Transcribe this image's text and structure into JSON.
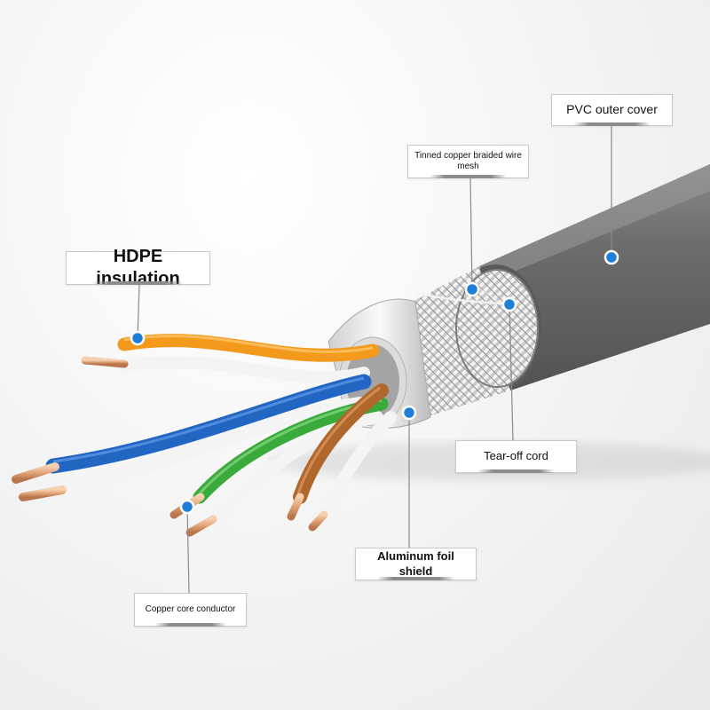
{
  "labels": {
    "pvc_outer_cover": "PVC outer cover",
    "tinned_copper_braid": "Tinned copper braided wire mesh",
    "hdpe_insulation": "HDPE insulation",
    "tear_off_cord": "Tear-off cord",
    "aluminum_foil_shield": "Aluminum foil shield",
    "copper_core_conductor": "Copper core conductor"
  },
  "colors": {
    "marker_dot": "#1f7fd6",
    "pvc_jacket": "#6b6b6b",
    "orange_pair": "#f39a1c",
    "blue_pair": "#2266c4",
    "green_pair": "#3aaa3a",
    "brown_pair": "#b0672c",
    "copper": "#e3a77a",
    "foil": "#e6e6e6"
  }
}
